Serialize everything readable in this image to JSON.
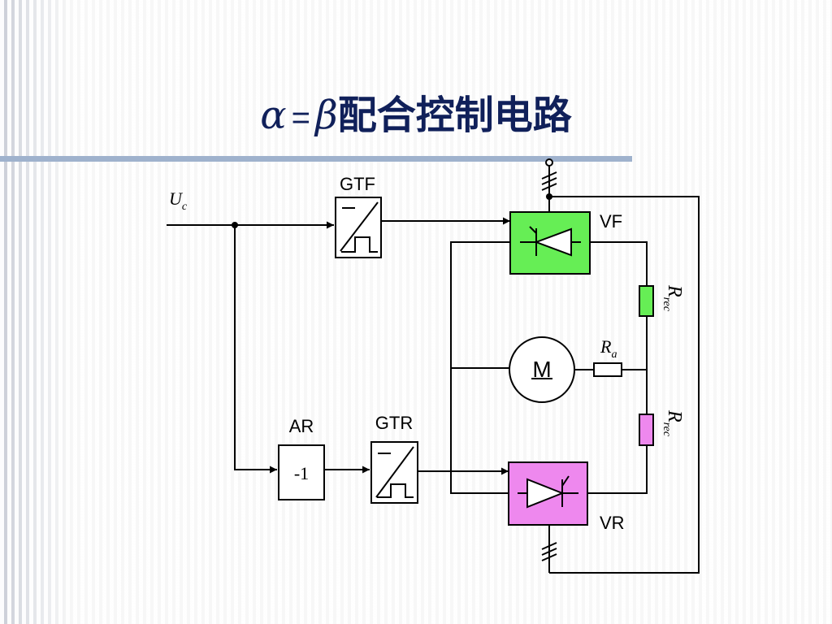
{
  "title": {
    "alpha": "α",
    "equals": "=",
    "beta": "β",
    "text": "配合控制电路"
  },
  "diagram": {
    "input": {
      "main": "U",
      "sub": "c"
    },
    "gtf": {
      "label": "GTF"
    },
    "gtr": {
      "label": "GTR"
    },
    "ar": {
      "label": "AR",
      "value": "-1"
    },
    "vf": {
      "label": "VF",
      "color": "#66ee55"
    },
    "vr": {
      "label": "VR",
      "color": "#ee88ee"
    },
    "motor": {
      "label": "M"
    },
    "ra": {
      "main": "R",
      "sub": "a"
    },
    "rrec_top": {
      "main": "R",
      "sub": "rec",
      "color": "#66ee55"
    },
    "rrec_bottom": {
      "main": "R",
      "sub": "rec",
      "color": "#ee88ee"
    }
  }
}
